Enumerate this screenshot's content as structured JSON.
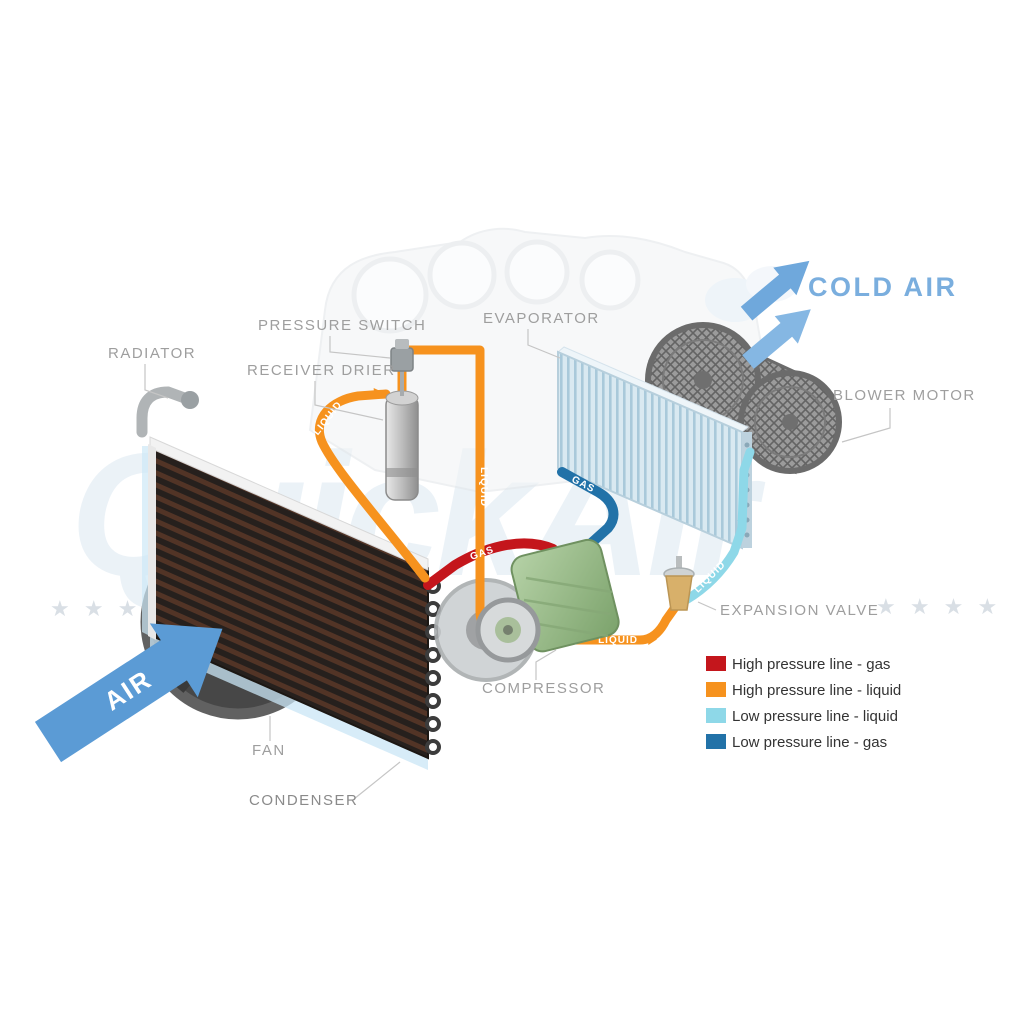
{
  "labels": {
    "radiator": "RADIATOR",
    "pressure_switch": "PRESSURE SWITCH",
    "receiver_drier": "RECEIVER DRIER",
    "evaporator": "EVAPORATOR",
    "cold_air": "COLD AIR",
    "blower_motor": "BLOWER MOTOR",
    "expansion_valve": "EXPANSION VALVE",
    "compressor": "COMPRESSOR",
    "fan": "FAN",
    "condenser": "CONDENSER",
    "air": "AIR"
  },
  "pipe_labels": {
    "liquid_condenser_to_drier": "LIQUID",
    "liquid_drier_down": "LIQUID",
    "gas_high_pressure": "GAS",
    "gas_low_pressure": "GAS",
    "liquid_to_expansion": "LIQUID",
    "liquid_low_pressure": "LIQUID"
  },
  "legend": {
    "items": [
      {
        "color": "#c4161c",
        "label": "High pressure line - gas"
      },
      {
        "color": "#f6921e",
        "label": "High pressure line - liquid"
      },
      {
        "color": "#8ed8e8",
        "label": "Low pressure line - liquid"
      },
      {
        "color": "#2272a8",
        "label": "Low pressure line -  gas"
      }
    ]
  },
  "colors": {
    "high_pressure_gas": "#c4161c",
    "high_pressure_liquid": "#f6921e",
    "low_pressure_liquid": "#8ed8e8",
    "low_pressure_gas": "#2272a8",
    "cold_air_text": "#7aaede",
    "air_arrow": "#5b9bd5",
    "label_text": "#9e9e9e"
  },
  "watermark": {
    "text": "QuickAir",
    "stars_left": "★ ★ ★ ★",
    "stars_right": "★ ★ ★ ★"
  }
}
